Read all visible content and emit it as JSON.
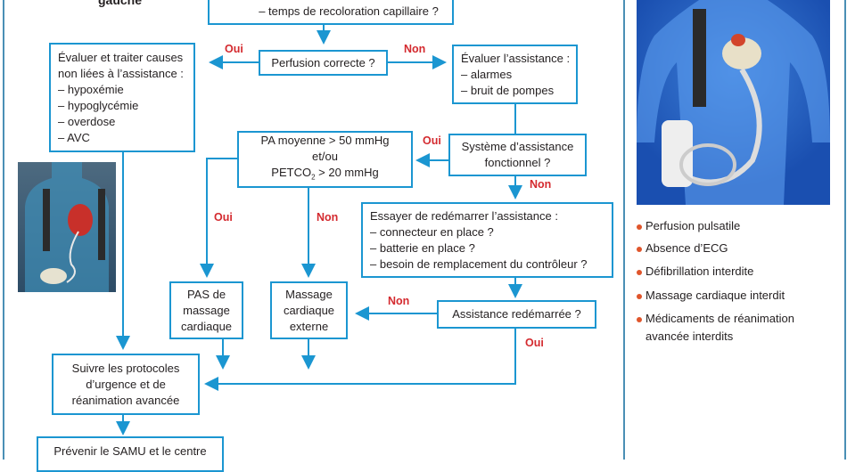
{
  "header_fragment": "gauche",
  "boxes": {
    "top_question": "– temps de recoloration capillaire ?",
    "perfusion": "Perfusion correcte ?",
    "causes": [
      "Évaluer et traiter causes",
      "non liées à l’assistance :",
      "– hypoxémie",
      "– hypoglycémie",
      "– overdose",
      "– AVC"
    ],
    "evaluer_assistance": [
      "Évaluer l’assistance :",
      "– alarmes",
      "– bruit de pompes"
    ],
    "systeme": [
      "Système d’assistance",
      "fonctionnel ?"
    ],
    "pa": [
      "PA moyenne > 50 mmHg",
      "et/ou",
      "PETCO",
      "2",
      " > 20 mmHg"
    ],
    "essayer": [
      "Essayer de redémarrer l’assistance :",
      "– connecteur en place ?",
      "– batterie en place ?",
      "– besoin de remplacement du contrôleur ?"
    ],
    "pas_massage": [
      "PAS de",
      "massage",
      "cardiaque"
    ],
    "massage_externe": [
      "Massage",
      "cardiaque",
      "externe"
    ],
    "redemarree": "Assistance redémarrée ?",
    "suivre": [
      "Suivre les protocoles",
      "d’urgence et de",
      "réanimation avancée"
    ],
    "prevenir": "Prévenir le SAMU et le centre"
  },
  "labels": {
    "oui": "Oui",
    "non": "Non"
  },
  "side_list": [
    "Perfusion pulsatile",
    "Absence d’ECG",
    "Défibrillation interdite",
    "Massage cardiaque interdit",
    "Médicaments de réanimation avancée interdits"
  ],
  "colors": {
    "line": "#1b96d1",
    "label": "#d42a2f",
    "bullet": "#e0552b"
  }
}
